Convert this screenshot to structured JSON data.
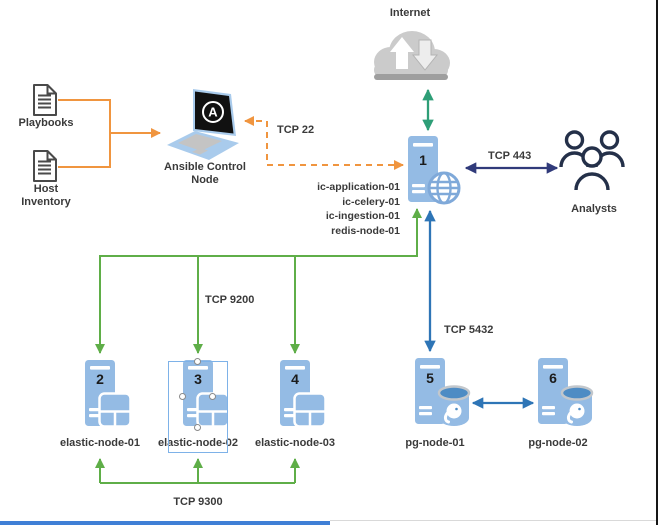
{
  "internet": {
    "label": "Internet"
  },
  "sources": {
    "playbooks_label": "Playbooks",
    "host_inventory_line1": "Host",
    "host_inventory_line2": "Inventory"
  },
  "ansible_node": {
    "label_line1": "Ansible Control",
    "label_line2": "Node",
    "logo_letter": "A"
  },
  "server1": {
    "number": "1",
    "hosts": [
      "ic-application-01",
      "ic-celery-01",
      "ic-ingestion-01",
      "redis-node-01"
    ]
  },
  "analysts": {
    "label": "Analysts"
  },
  "elastic_nodes": [
    {
      "number": "2",
      "label": "elastic-node-01"
    },
    {
      "number": "3",
      "label": "elastic-node-02"
    },
    {
      "number": "4",
      "label": "elastic-node-03"
    }
  ],
  "pg_nodes": [
    {
      "number": "5",
      "label": "pg-node-01"
    },
    {
      "number": "6",
      "label": "pg-node-02"
    }
  ],
  "connections": {
    "tcp22": "TCP 22",
    "tcp443": "TCP 443",
    "tcp9200": "TCP 9200",
    "tcp9300": "TCP 9300",
    "tcp5432": "TCP 5432"
  },
  "colors": {
    "orange": "#F0953F",
    "green": "#5FAE48",
    "teal": "#2E9E77",
    "navy": "#303A7A",
    "people": "#243049",
    "blue": "#2E75B6",
    "node_fill": "#94BBE4",
    "globe": "#7FA9D9",
    "selection": "#7EB2E8",
    "cloud": "#CBCBCB",
    "cloud_rim": "#9E9E9E",
    "label": "#3A3A3A",
    "edge_blue": "#3F7FD6",
    "frame_dark": "#161616"
  }
}
